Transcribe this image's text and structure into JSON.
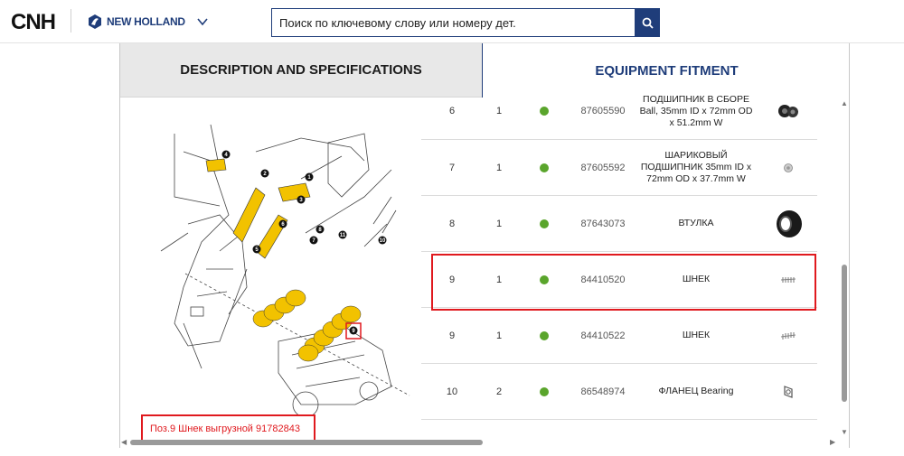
{
  "header": {
    "cnh_logo": "CNH",
    "brand_name": "NEW HOLLAND",
    "search_placeholder": "Поиск по ключевому слову или номеру дет."
  },
  "tabs": {
    "description": "DESCRIPTION AND SPECIFICATIONS",
    "fitment": "EQUIPMENT FITMENT"
  },
  "diagram": {
    "caption": "Поз.9 Шнек выгрузной 91782843",
    "callouts": [
      "1",
      "2",
      "3",
      "4",
      "5",
      "6",
      "7",
      "8",
      "9",
      "10",
      "11"
    ]
  },
  "parts": [
    {
      "pos": "6",
      "qty": "1",
      "number": "87605590",
      "desc": [
        "ПОДШИПНИК В СБОРЕ",
        "Ball, 35mm ID x 72mm OD",
        "x 51.2mm W"
      ],
      "icon": "bearing-assembly-icon"
    },
    {
      "pos": "7",
      "qty": "1",
      "number": "87605592",
      "desc": [
        "ШАРИКОВЫЙ",
        "ПОДШИПНИК 35mm ID x",
        "72mm OD x 37.7mm W"
      ],
      "icon": "ball-bearing-icon"
    },
    {
      "pos": "8",
      "qty": "1",
      "number": "87643073",
      "desc": [
        "ВТУЛКА"
      ],
      "icon": "bushing-icon"
    },
    {
      "pos": "9",
      "qty": "1",
      "number": "84410520",
      "desc": [
        "ШНЕК"
      ],
      "icon": "auger-icon"
    },
    {
      "pos": "9",
      "qty": "1",
      "number": "84410522",
      "desc": [
        "ШНЕК"
      ],
      "icon": "auger-icon"
    },
    {
      "pos": "10",
      "qty": "2",
      "number": "86548974",
      "desc": [
        "ФЛАНЕЦ Bearing"
      ],
      "icon": "flange-icon"
    }
  ],
  "colors": {
    "accent": "#1f3d7a",
    "status_green": "#5aa52c",
    "highlight_red": "#e0191e",
    "auger_yellow": "#f2c200"
  }
}
